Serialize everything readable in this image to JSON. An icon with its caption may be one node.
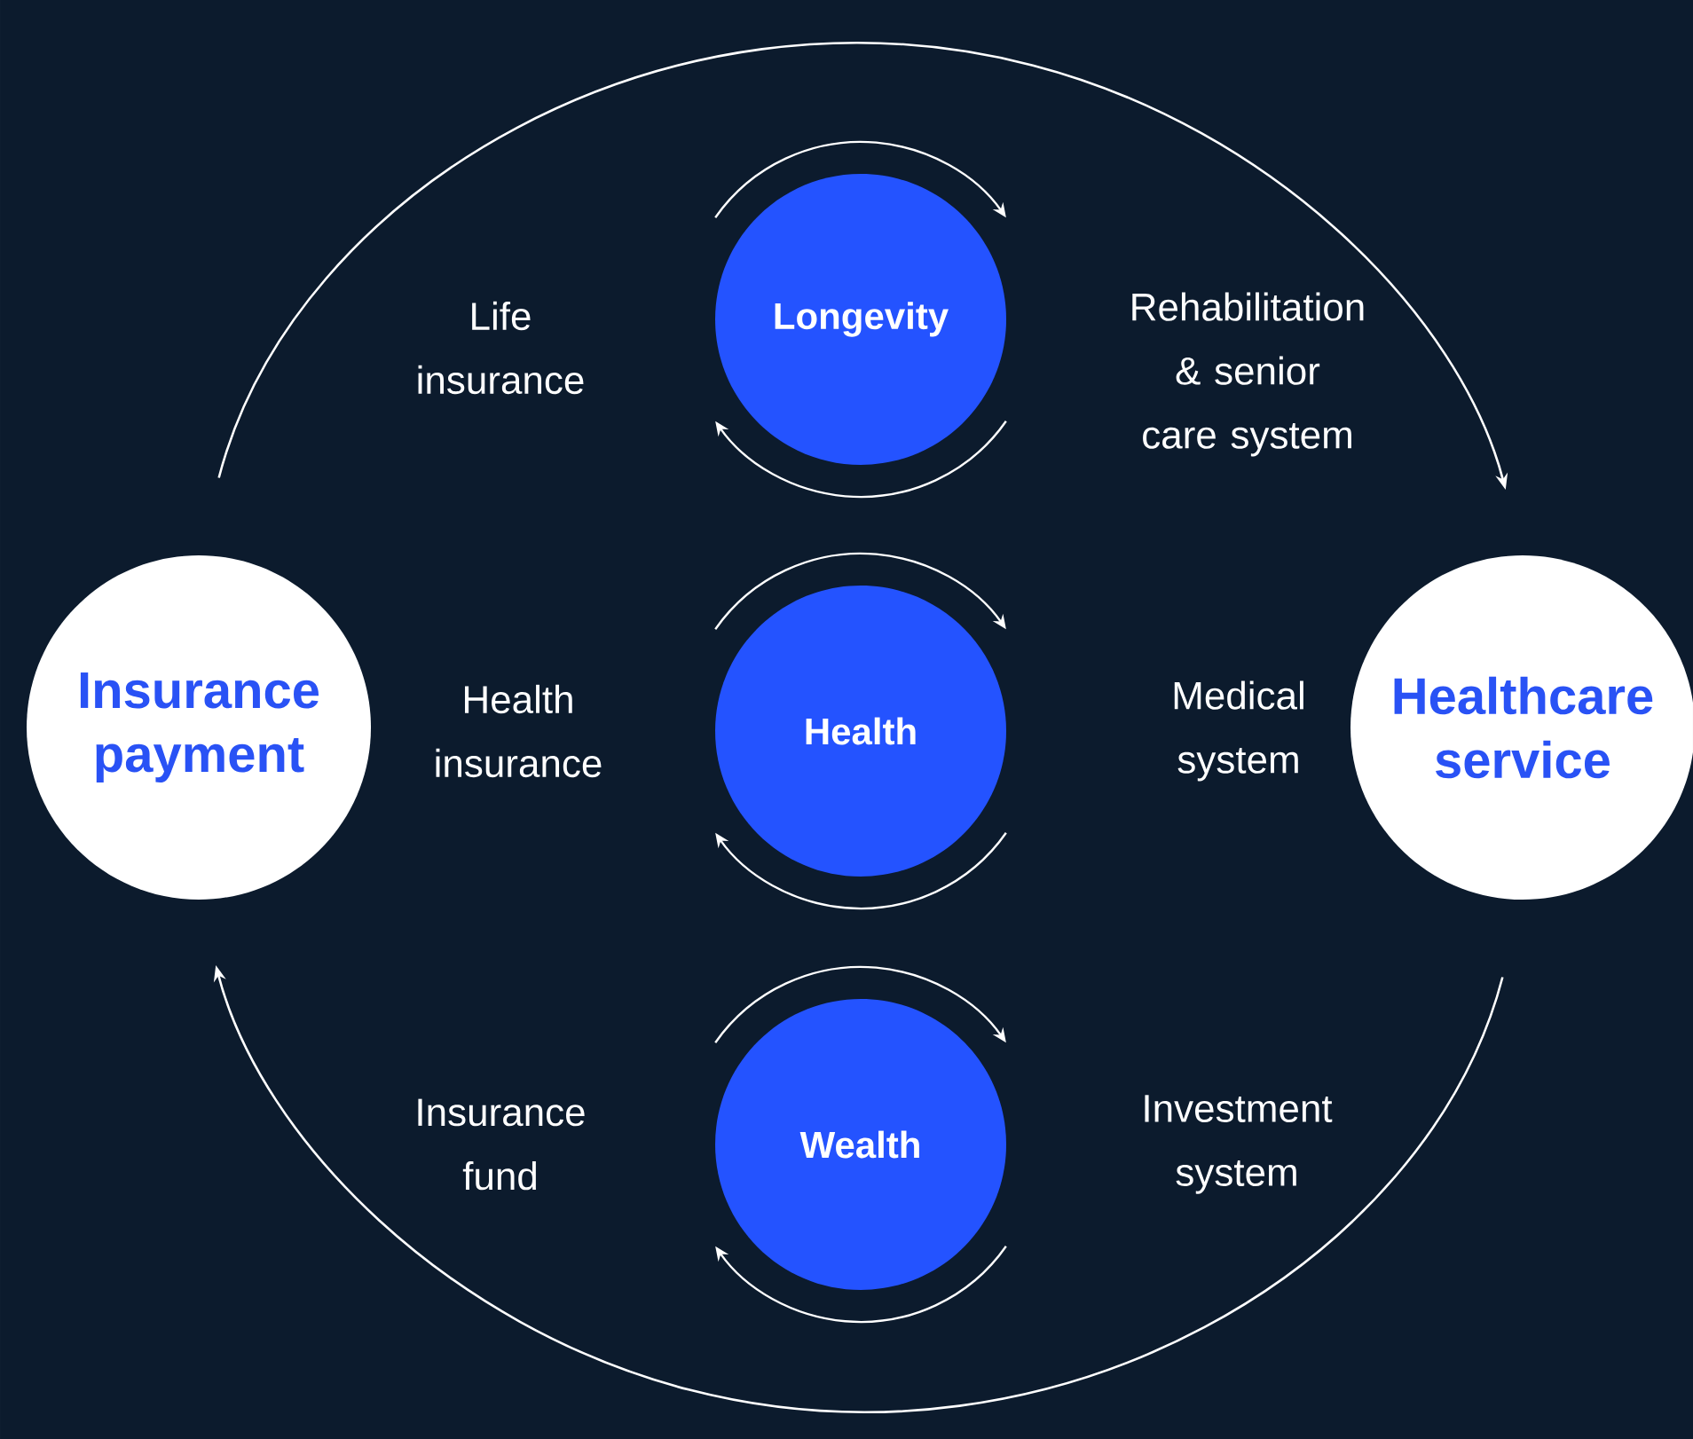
{
  "diagram": {
    "nodes": [
      {
        "text": [
          "Insurance payment"
        ]
      },
      {
        "text": [
          "Healthcare service"
        ]
      },
      {
        "text": [
          "Longevity"
        ]
      },
      {
        "text": [
          "Health"
        ]
      },
      {
        "text": [
          "Wealth"
        ]
      }
    ],
    "edges": [
      {
        "from": 0,
        "to": 1,
        "arrow": "to"
      },
      {
        "from": 1,
        "to": 0,
        "arrow": "to"
      }
    ],
    "labels": [
      "Life insurance",
      "Rehabilitation & senior care system",
      "Health insurance",
      "Medical system",
      "Insurance fund",
      "Investment system"
    ]
  }
}
